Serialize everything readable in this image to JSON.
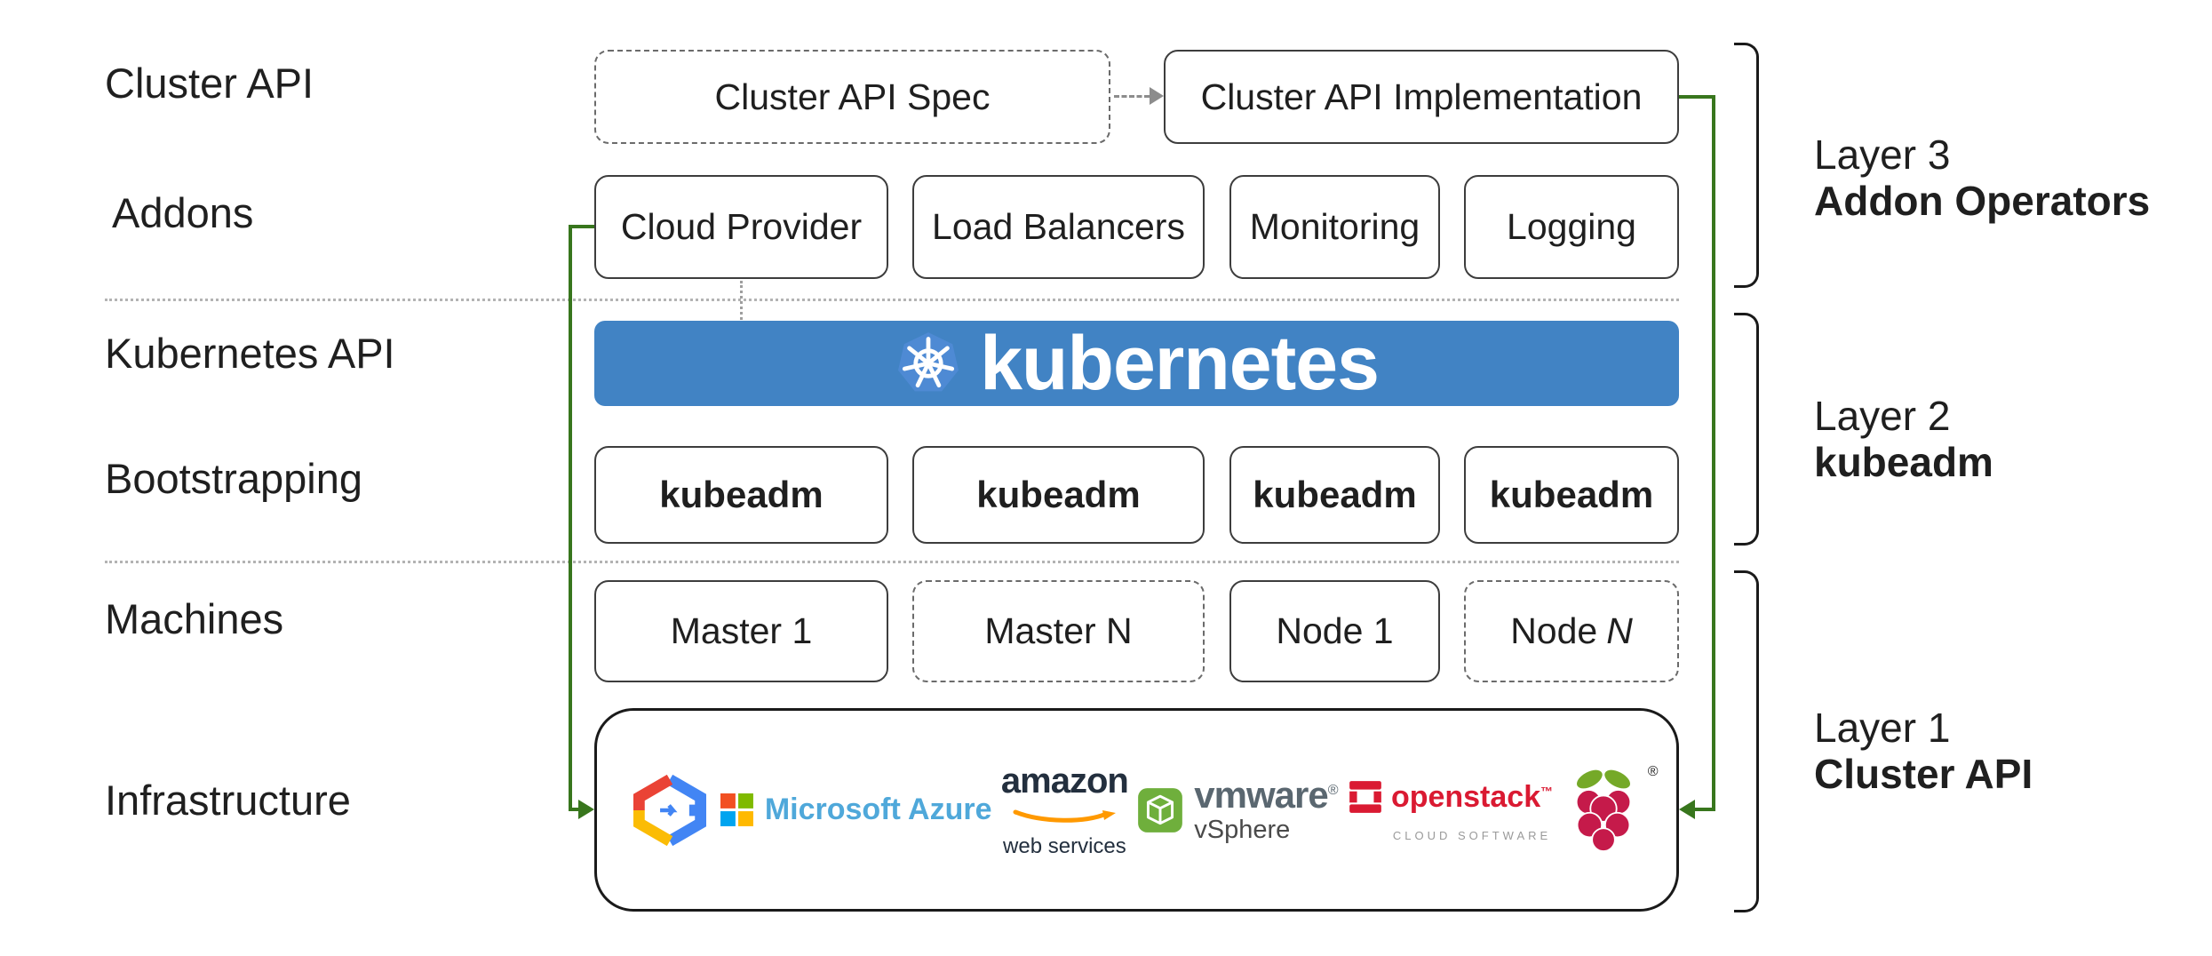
{
  "left_labels": {
    "cluster_api": "Cluster API",
    "addons": "Addons",
    "kubernetes_api": "Kubernetes API",
    "bootstrapping": "Bootstrapping",
    "machines": "Machines",
    "infrastructure": "Infrastructure"
  },
  "cluster_api_row": {
    "spec": "Cluster API Spec",
    "implementation": "Cluster API Implementation"
  },
  "addons_row": {
    "boxes": [
      "Cloud Provider",
      "Load Balancers",
      "Monitoring",
      "Logging"
    ]
  },
  "kubernetes_banner": {
    "wordmark": "kubernetes"
  },
  "bootstrapping_row": {
    "boxes": [
      "kubeadm",
      "kubeadm",
      "kubeadm",
      "kubeadm"
    ]
  },
  "machines_row": {
    "boxes": [
      {
        "text": "Master 1"
      },
      {
        "text": "Master N"
      },
      {
        "text": "Node 1"
      },
      {
        "text": "Node",
        "suffix": "N"
      }
    ]
  },
  "infrastructure_row": {
    "google_cloud": {
      "icon": "google-cloud-logo"
    },
    "azure": {
      "text": "Microsoft Azure"
    },
    "aws": {
      "title": "amazon",
      "subtitle": "web services"
    },
    "vmware": {
      "title": "vmware",
      "reg": "®",
      "subtitle": "vSphere"
    },
    "openstack": {
      "title": "openstack",
      "tm": "™",
      "subtitle": "CLOUD SOFTWARE"
    },
    "raspberry_pi": {
      "icon": "raspberry-pi-logo",
      "reg": "®"
    }
  },
  "layers": {
    "layer3": {
      "name": "Layer 3",
      "title": "Addon Operators"
    },
    "layer2": {
      "name": "Layer 2",
      "title": "kubeadm"
    },
    "layer1": {
      "name": "Layer 1",
      "title": "Cluster API"
    }
  },
  "colors": {
    "kubernetes_blue": "#4183C4",
    "connector_green": "#38761D",
    "openstack_red": "#DA1A32",
    "aws_orange": "#FF9900",
    "raspberry_magenta": "#C51A4A",
    "raspberry_leaf_green": "#75A928"
  }
}
